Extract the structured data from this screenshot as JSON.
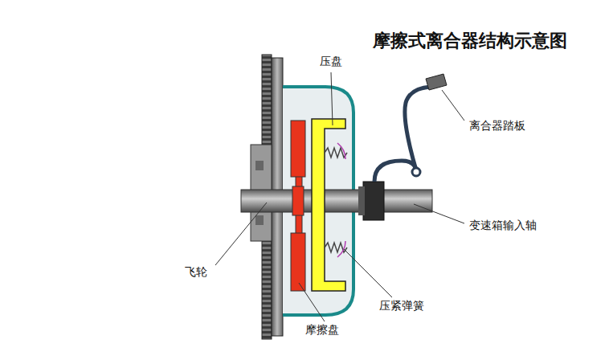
{
  "diagram": {
    "title": "摩擦式离合器结构示意图",
    "labels": [
      "压盘",
      "离合器踏板",
      "变速箱输入轴",
      "飞轮",
      "压紧弹簧",
      "摩擦盘"
    ]
  }
}
